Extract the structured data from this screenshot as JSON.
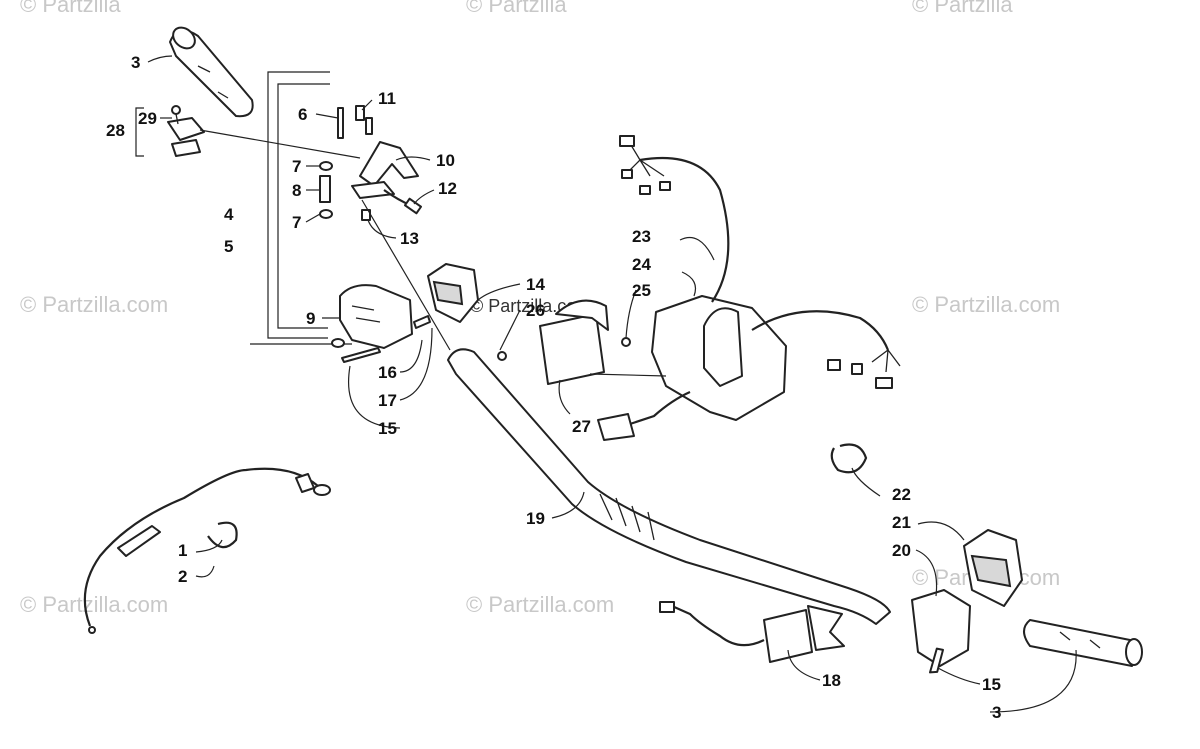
{
  "watermark": {
    "text": "© Partzilla.com",
    "top_cut": "© Partzilla"
  },
  "callouts": {
    "c1": "1",
    "c2": "2",
    "c3a": "3",
    "c3b": "3",
    "c4": "4",
    "c5": "5",
    "c6": "6",
    "c7a": "7",
    "c7b": "7",
    "c8": "8",
    "c9": "9",
    "c10": "10",
    "c11": "11",
    "c12": "12",
    "c13": "13",
    "c14": "14",
    "c15a": "15",
    "c15b": "15",
    "c16": "16",
    "c17": "17",
    "c18": "18",
    "c19": "19",
    "c20": "20",
    "c21": "21",
    "c22": "22",
    "c23": "23",
    "c24": "24",
    "c25": "25",
    "c26": "26",
    "c27": "27",
    "c28": "28",
    "c29": "29"
  }
}
